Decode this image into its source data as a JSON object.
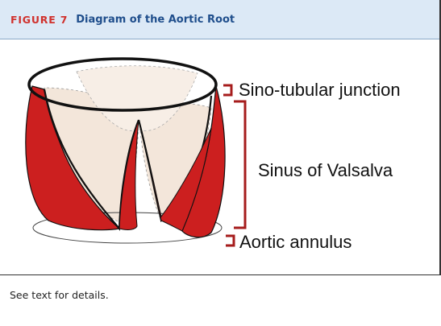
{
  "figure": {
    "label": "FIGURE 7",
    "title": "Diagram of the Aortic Root"
  },
  "diagram": {
    "annotations": {
      "sino_tubular": "Sino-tubular  junction",
      "sinus": "Sinus of Valsalva",
      "annulus": "Aortic annulus"
    },
    "colors": {
      "cusp": "#cc1f1f",
      "sinus_fill": "#f3e6da",
      "outline": "#111111",
      "bracket": "#a61c1c"
    }
  },
  "caption": "See text for details."
}
